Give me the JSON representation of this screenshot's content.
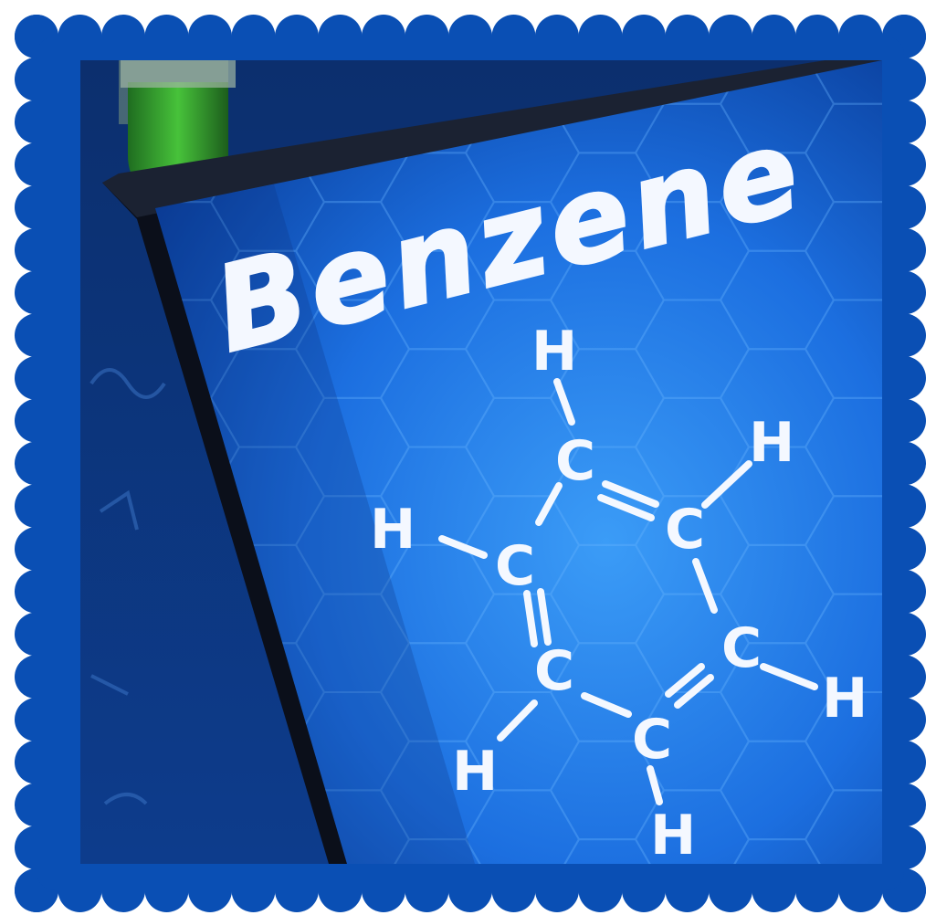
{
  "image": {
    "title_text": "Benzene",
    "atoms": {
      "carbon": "C",
      "hydrogen": "H"
    },
    "colors": {
      "frame": "#0a4fb4",
      "screen_light": "#2f8cf0",
      "screen_dark": "#0a3f9c",
      "bezel": "#0b0f1a",
      "liquid": "#2ea82c",
      "chalk": "#f4f8ff"
    }
  }
}
